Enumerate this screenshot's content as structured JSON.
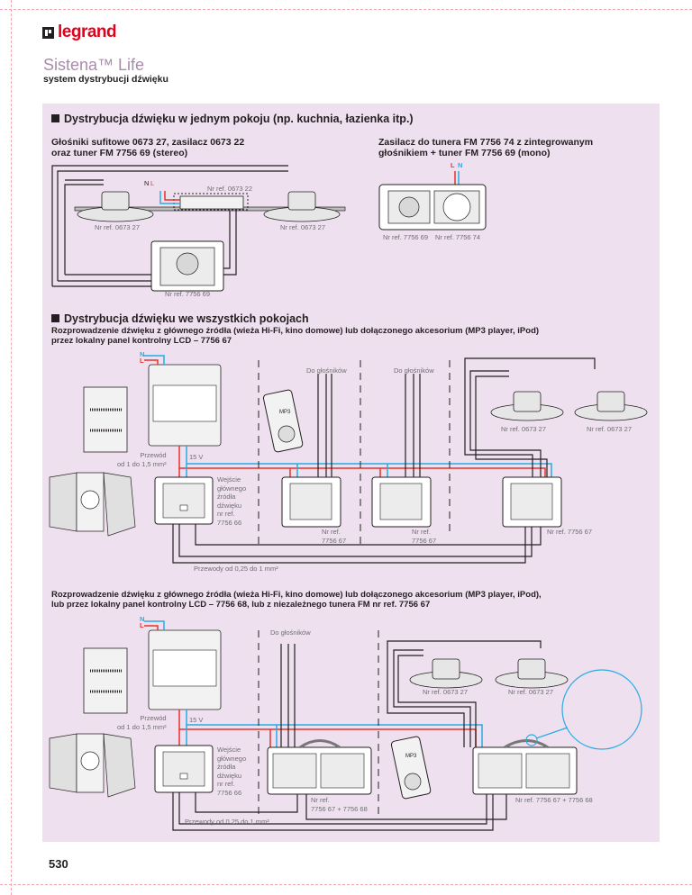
{
  "brand": {
    "logo_text": "legrand",
    "product_title": "Sistena™ Life",
    "product_subtitle": "system dystrybucji dźwięku"
  },
  "section1": {
    "heading": "Dystrybucja dźwięku w jednym pokoju (np. kuchnia, łazienka itp.)",
    "left": {
      "title": "Głośniki sufitowe 0673 27, zasilacz 0673 22\noraz tuner FM 7756 69 (stereo)",
      "labels": {
        "speaker_left": "Nr ref. 0673 27",
        "speaker_right": "Nr ref. 0673 27",
        "power_supply": "Nr ref. 0673 22",
        "tuner": "Nr ref. 7756 69",
        "n": "N",
        "l": "L"
      }
    },
    "right": {
      "title": "Zasilacz do tunera FM 7756 74 z zintegrowanym\ngłośnikiem + tuner FM 7756 69 (mono)",
      "labels": {
        "l": "L",
        "n": "N",
        "tuner": "Nr ref. 7756 69",
        "speaker": "Nr ref. 7756 74"
      }
    }
  },
  "section2": {
    "heading": "Dystrybucja dźwięku we wszystkich pokojach",
    "diagram1": {
      "title": "Rozprowadzenie dźwięku z głównego źródła (wieża Hi-Fi, kino domowe) lub dołączonego akcesorium (MP3 player, iPod)\nprzez lokalny panel kontrolny LCD – 7756 67",
      "labels": {
        "n": "N",
        "l": "L",
        "to_speakers_1": "Do głośników",
        "to_speakers_2": "Do głośników",
        "cable_power": "Przewód\nod 1 do 1,5 mm²",
        "voltage": "15 V",
        "main_input": "Wejście\ngłównego\nźródła\ndźwięku\nnr ref.\n7756 66",
        "panel_a": "Nr ref.\n7756 67",
        "panel_b": "Nr ref.\n7756 67",
        "panel_c": "Nr ref. 7756 67",
        "speaker_1": "Nr ref. 0673 27",
        "speaker_2": "Nr ref. 0673 27",
        "cable_signal": "Przewody od 0,25 do 1 mm²",
        "mp3": "MP3"
      }
    },
    "diagram2": {
      "title": "Rozprowadzenie dźwięku z głównego źródła (wieża Hi-Fi, kino domowe) lub dołączonego akcesorium (MP3 player, iPod),\nlub przez lokalny panel kontrolny LCD – 7756 68, lub z niezależnego tunera FM nr ref. 7756 67",
      "labels": {
        "n": "N",
        "l": "L",
        "to_speakers": "Do głośników",
        "cable_power": "Przewód\nod 1 do 1,5 mm²",
        "voltage": "15 V",
        "main_input": "Wejście\ngłównego\nźródła\ndźwięku\nnr ref.\n7756 66",
        "panel_a": "Nr ref.\n7756 67 + 7756 68",
        "panel_b": "Nr ref. 7756 67 + 7756 68",
        "speaker_1": "Nr ref. 0673 27",
        "speaker_2": "Nr ref. 0673 27",
        "cable_signal": "Przewody od 0,25 do 1 mm²",
        "mp3": "MP3"
      }
    }
  },
  "colors": {
    "brand_red": "#e2001a",
    "panel_bg": "#efe0f0",
    "live_wire": "#e6332a",
    "neutral_wire": "#29abe2",
    "title_purple": "#a98bab"
  },
  "page_number": "530"
}
